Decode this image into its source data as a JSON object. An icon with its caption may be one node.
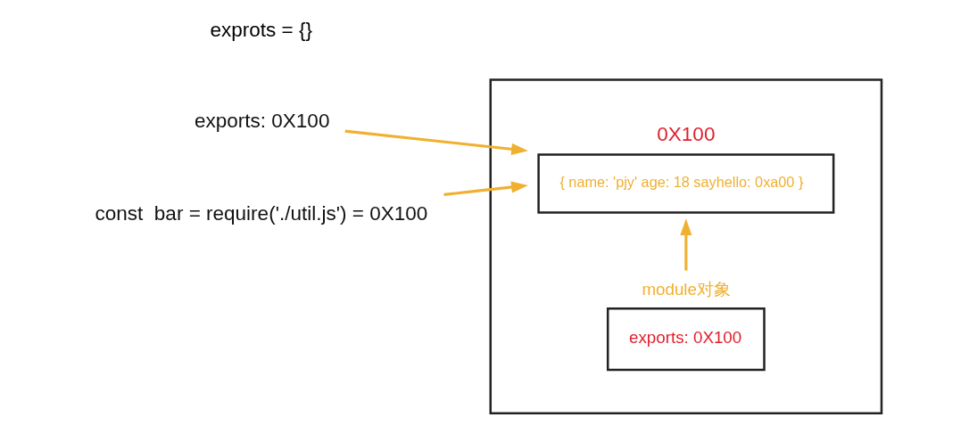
{
  "diagram": {
    "nodes": [
      {
        "text": [],
        "shape": "box"
      },
      {
        "text": [
          "0X100",
          "{ name: 'pjy' age: 18 sayhello: 0xa00 }"
        ],
        "in": 0
      },
      {
        "text": [
          "module对象",
          "exports: 0X100"
        ],
        "in": 0
      },
      {
        "text": [
          "exports: 0X100"
        ]
      },
      {
        "text": [
          "const  bar = require('./util.js') = 0X100"
        ]
      }
    ],
    "edges": [
      {
        "from": 3,
        "to": 1,
        "arrow": "to"
      },
      {
        "from": 4,
        "to": 1,
        "arrow": "to"
      },
      {
        "from": 2,
        "to": 1,
        "arrow": "to"
      }
    ],
    "labels": [
      "exprots = {}"
    ]
  }
}
